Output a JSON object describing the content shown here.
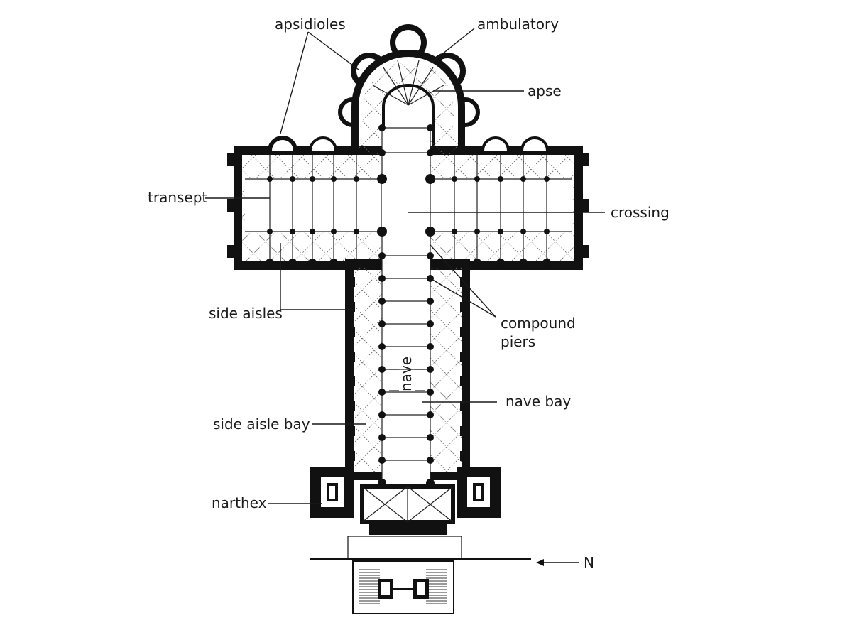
{
  "labels": {
    "apsidioles": "apsidioles",
    "ambulatory": "ambulatory",
    "apse": "apse",
    "transept": "transept",
    "crossing": "crossing",
    "side_aisles": "side aisles",
    "compound_piers_line1": "compound",
    "compound_piers_line2": "piers",
    "nave": "nave",
    "nave_bay": "nave bay",
    "side_aisle_bay": "side aisle bay",
    "narthex": "narthex",
    "north": "N"
  }
}
